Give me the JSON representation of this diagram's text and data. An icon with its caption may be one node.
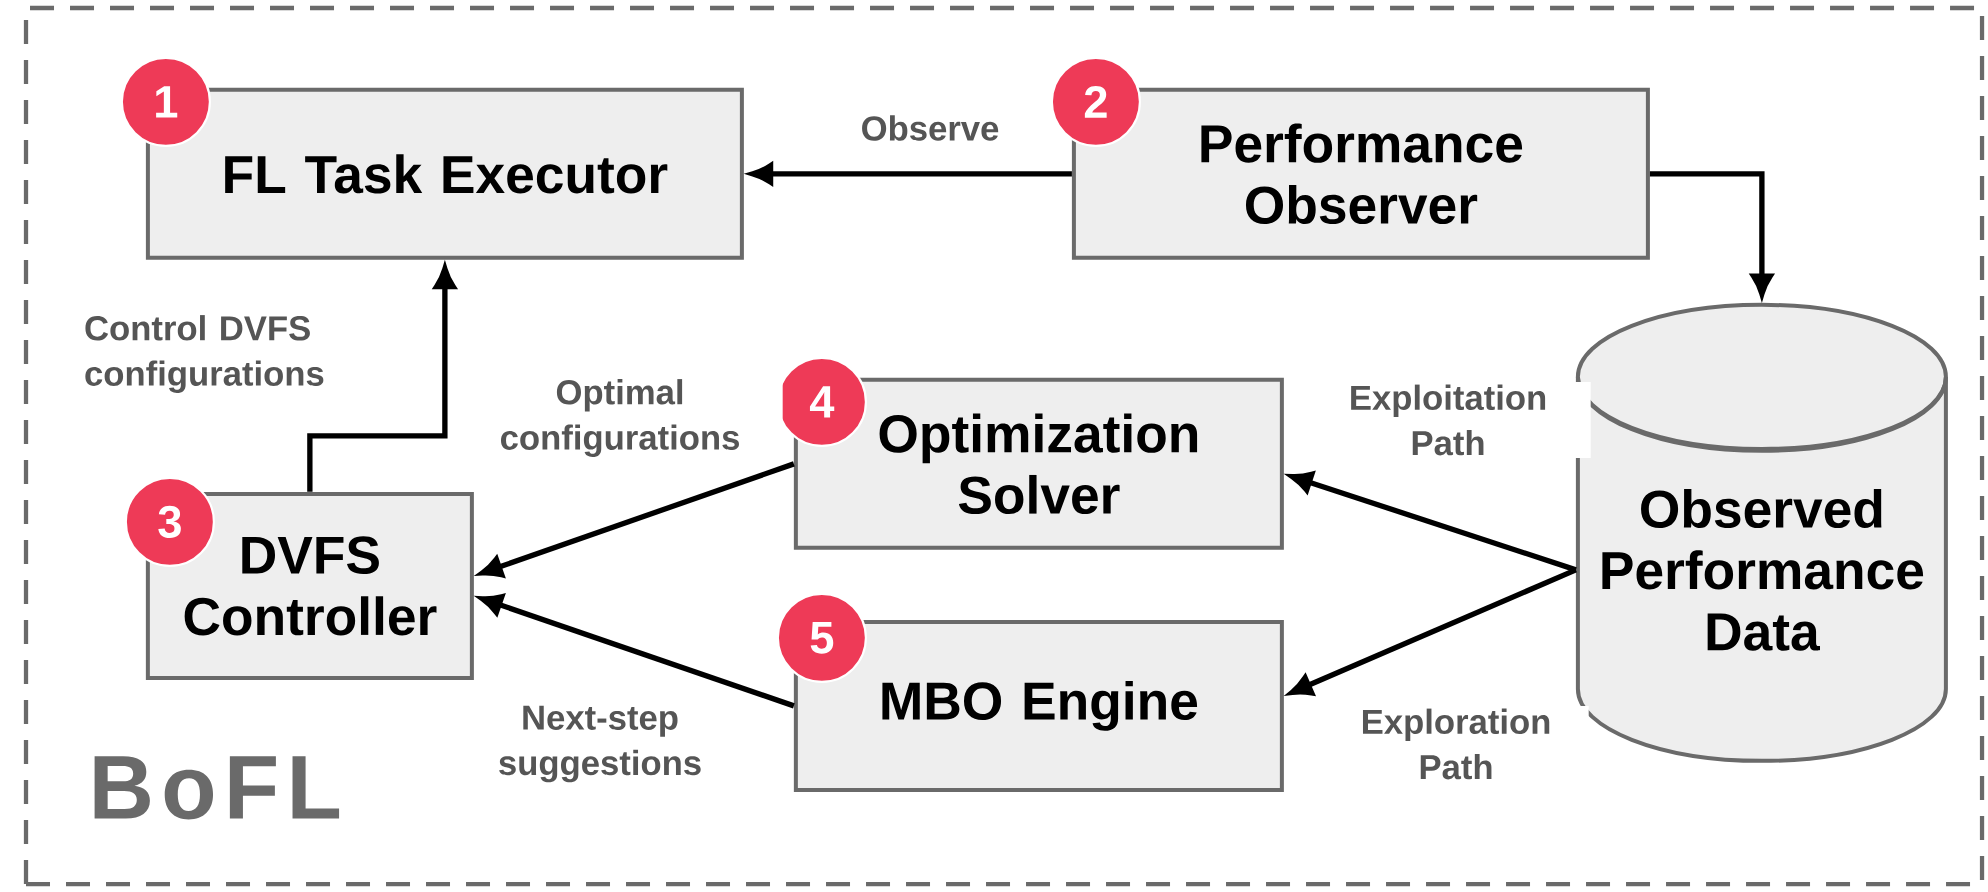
{
  "diagram": {
    "nodes": [
      {
        "text": [
          "BoFL"
        ]
      },
      {
        "text": [
          "1",
          "FL Task Executor"
        ],
        "in": 0
      },
      {
        "text": [
          "2",
          "Performance Observer"
        ],
        "in": 0
      },
      {
        "text": [
          "3",
          "DVFS Controller"
        ],
        "in": 0
      },
      {
        "text": [
          "4",
          "Optimization Solver"
        ],
        "in": 0
      },
      {
        "text": [
          "5",
          "MBO Engine"
        ],
        "in": 0
      },
      {
        "text": [
          "Observed Performance Data"
        ],
        "in": 0
      }
    ],
    "edges": [
      {
        "from": 2,
        "to": 1,
        "arrow": "to",
        "label": "Observe"
      },
      {
        "from": 2,
        "to": 6,
        "arrow": "to"
      },
      {
        "from": 3,
        "to": 1,
        "arrow": "to",
        "label": "Control DVFS configurations"
      },
      {
        "from": 4,
        "to": 3,
        "arrow": "to",
        "label": "Optimal configurations"
      },
      {
        "from": 5,
        "to": 3,
        "arrow": "to",
        "label": "Next-step suggestions"
      },
      {
        "from": 6,
        "to": 4,
        "arrow": "to",
        "label": "Exploitation Path"
      },
      {
        "from": 6,
        "to": 5,
        "arrow": "to",
        "label": "Exploration Path"
      }
    ]
  }
}
